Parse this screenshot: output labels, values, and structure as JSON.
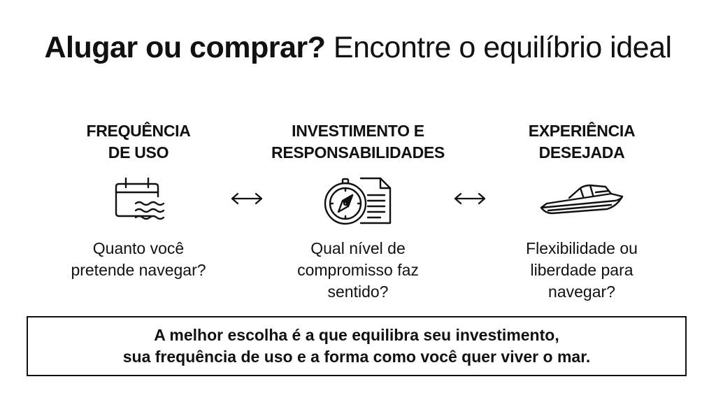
{
  "header": {
    "title_bold": "Alugar ou comprar?",
    "title_rest": "Encontre o equilíbrio ideal"
  },
  "columns": [
    {
      "title": "FREQUÊNCIA\nDE USO",
      "icon": "calendar-waves-icon",
      "question": "Quanto você\npretende navegar?"
    },
    {
      "title": "INVESTIMENTO E\nRESPONSABILIDADES",
      "icon": "compass-document-icon",
      "question": "Qual nível de\ncompromisso faz\nsentido?"
    },
    {
      "title": "EXPERIÊNCIA\nDESEJADA",
      "icon": "speedboat-icon",
      "question": "Flexibilidade ou\nliberdade para\nnavegar?"
    }
  ],
  "connectors": [
    "double-arrow-icon",
    "double-arrow-icon"
  ],
  "summary": {
    "text": "A melhor escolha é a que equilibra seu investimento,\nsua frequência de uso e a forma como você quer viver o mar."
  }
}
